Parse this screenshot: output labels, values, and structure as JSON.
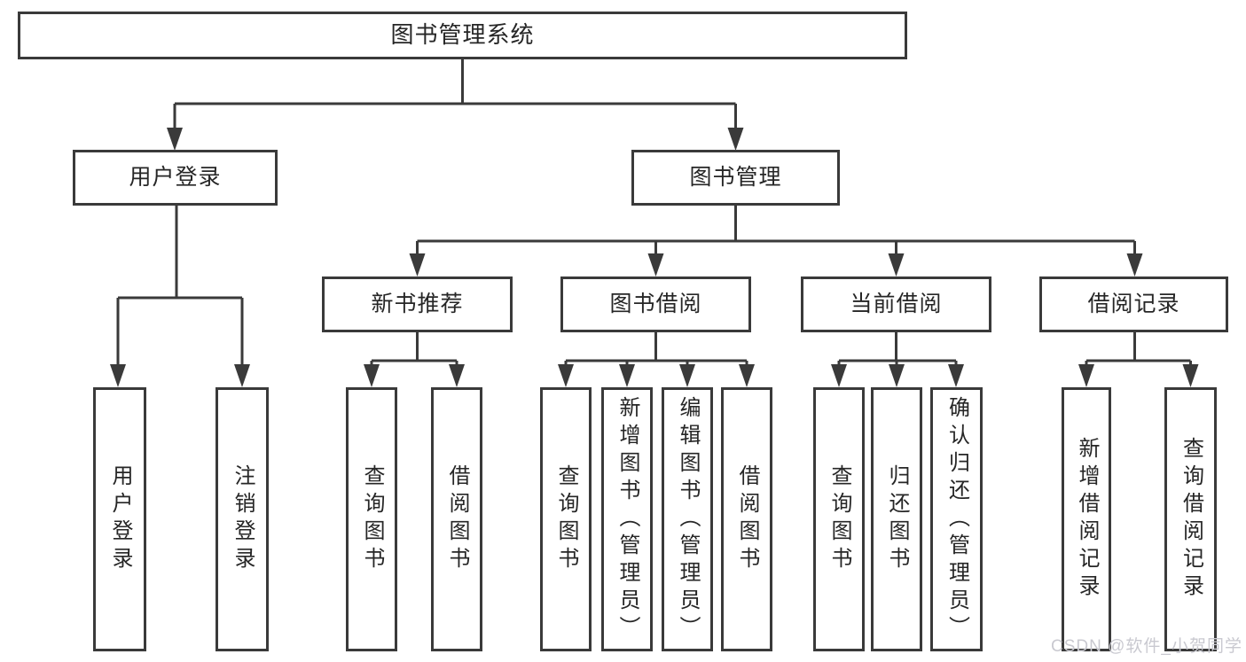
{
  "tree": {
    "root": {
      "label": "图书管理系统"
    },
    "branches": [
      {
        "label": "用户登录",
        "children": [
          {
            "label": "用户登录"
          },
          {
            "label": "注销登录"
          }
        ]
      },
      {
        "label": "图书管理",
        "children": [
          {
            "label": "新书推荐",
            "children": [
              {
                "label": "查询图书"
              },
              {
                "label": "借阅图书"
              }
            ]
          },
          {
            "label": "图书借阅",
            "children": [
              {
                "label": "查询图书"
              },
              {
                "label": "新增图书（管理员）"
              },
              {
                "label": "编辑图书（管理员）"
              },
              {
                "label": "借阅图书"
              }
            ]
          },
          {
            "label": "当前借阅",
            "children": [
              {
                "label": "查询图书"
              },
              {
                "label": "归还图书"
              },
              {
                "label": "确认归还（管理员）"
              }
            ]
          },
          {
            "label": "借阅记录",
            "children": [
              {
                "label": "新增借阅记录"
              },
              {
                "label": "查询借阅记录"
              }
            ]
          }
        ]
      }
    ]
  },
  "watermark": {
    "text": "CSDN @软件_小贺同学"
  },
  "colors": {
    "line": "#3a3a3a",
    "text": "#262626",
    "watermark": "#c9c9d0",
    "bg": "#ffffff"
  }
}
